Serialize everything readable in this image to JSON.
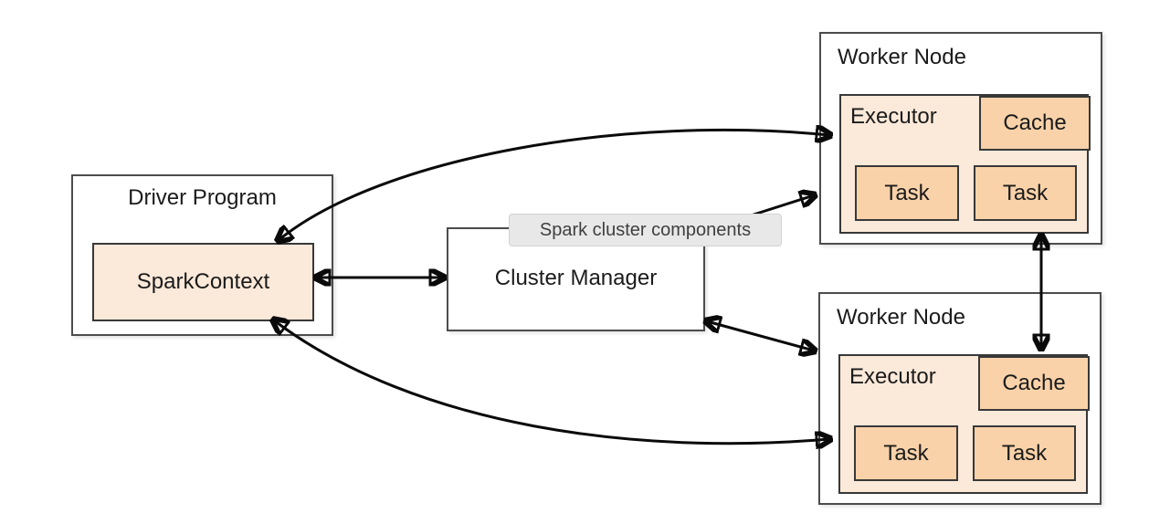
{
  "diagram": {
    "title_tooltip": "Spark cluster components",
    "driver": {
      "label": "Driver Program",
      "spark_context_label": "SparkContext"
    },
    "cluster_manager": {
      "label": "Cluster Manager"
    },
    "workers": [
      {
        "label": "Worker Node",
        "executor_label": "Executor",
        "cache_label": "Cache",
        "tasks": [
          "Task",
          "Task"
        ]
      },
      {
        "label": "Worker Node",
        "executor_label": "Executor",
        "cache_label": "Cache",
        "tasks": [
          "Task",
          "Task"
        ]
      }
    ],
    "edges": [
      {
        "from": "SparkContext",
        "to": "Cluster Manager",
        "bidirectional": true,
        "style": "straight"
      },
      {
        "from": "SparkContext",
        "to": "Worker Node (top) Executor",
        "bidirectional": true,
        "style": "curved"
      },
      {
        "from": "SparkContext",
        "to": "Worker Node (bottom) Executor",
        "bidirectional": true,
        "style": "curved"
      },
      {
        "from": "Cluster Manager",
        "to": "Worker Node (top)",
        "bidirectional": true,
        "style": "straight"
      },
      {
        "from": "Cluster Manager",
        "to": "Worker Node (bottom)",
        "bidirectional": true,
        "style": "straight"
      },
      {
        "from": "Worker Node (top)",
        "to": "Worker Node (bottom)",
        "bidirectional": true,
        "style": "straight"
      }
    ],
    "colors": {
      "background": "#ffffff",
      "light_fill": "#fbe9d9",
      "dark_fill": "#f9d2a9",
      "outer_border": "#4c4c4c",
      "inner_border": "#383838",
      "arrow": "#0a0a0a",
      "tooltip_bg": "#e8e8e8",
      "tooltip_text": "#3f3f3f",
      "text": "#1b1b1b"
    }
  }
}
